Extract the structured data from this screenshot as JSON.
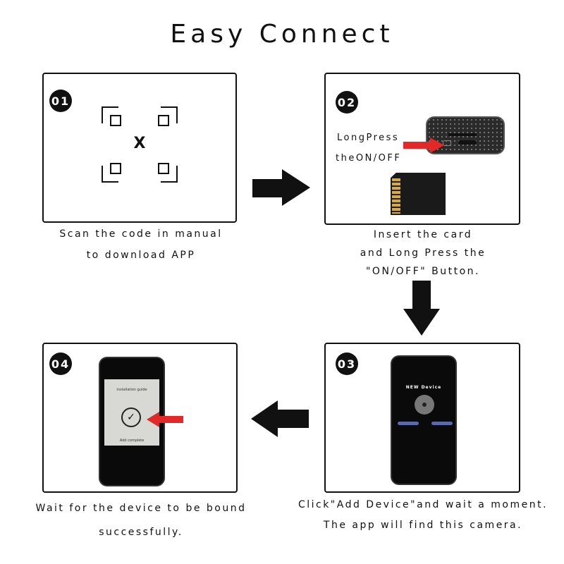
{
  "title": "Easy Connect",
  "steps": [
    {
      "number": "01",
      "caption_lines": [
        "Scan the code in manual",
        "to download APP"
      ],
      "qr_center": "X"
    },
    {
      "number": "02",
      "caption_lines": [
        "Insert the card",
        "and Long Press the",
        "\"ON/OFF\" Button."
      ],
      "label_lines": [
        "LongPress",
        "theON/OFF"
      ]
    },
    {
      "number": "03",
      "caption_lines": [
        "Click\"Add Device\"and wait a moment.",
        "The app will find this camera."
      ],
      "screen_title": "NEW Device"
    },
    {
      "number": "04",
      "caption_lines": [
        "Wait for the device to be bound",
        "successfully."
      ],
      "screen_title": "installation guide",
      "screen_footer": "Add complete"
    }
  ],
  "colors": {
    "accent_red": "#e32828",
    "sd_gold": "#d9a93a"
  }
}
